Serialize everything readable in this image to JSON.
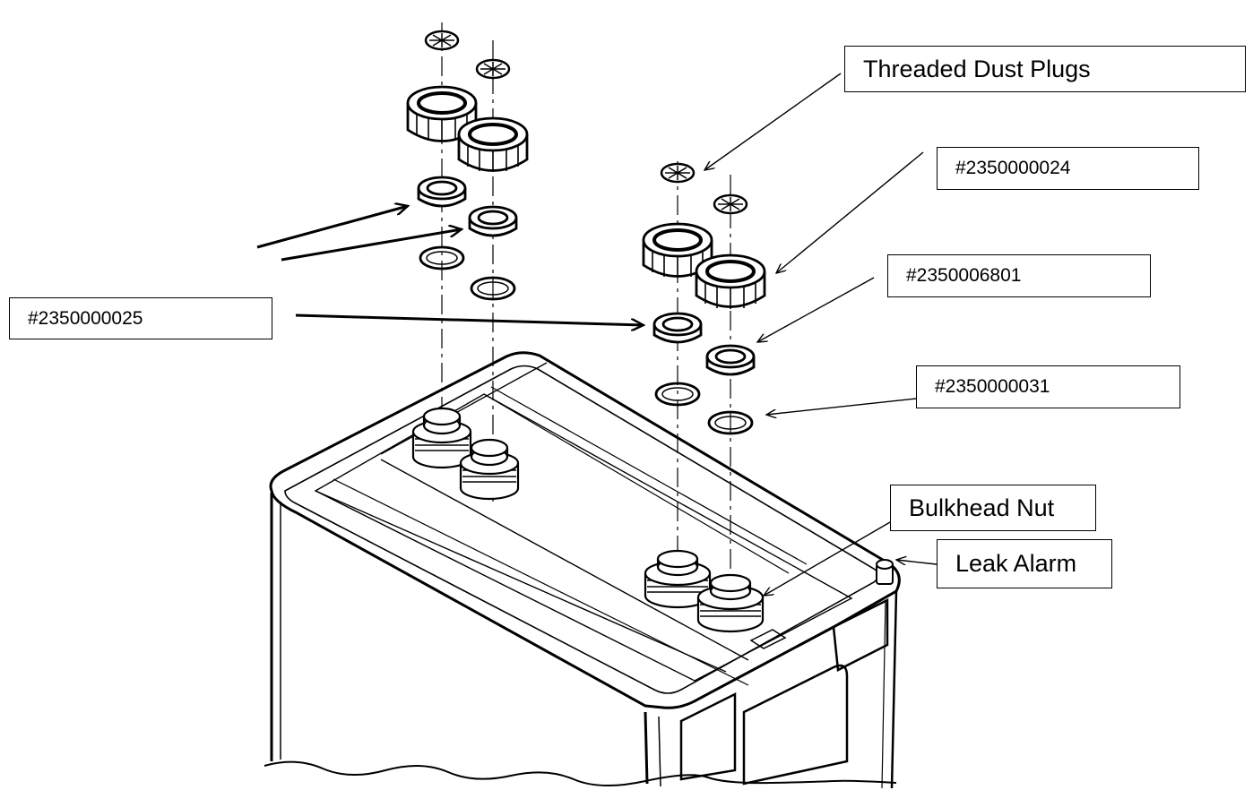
{
  "labels": {
    "dust_plugs": "Threaded Dust Plugs",
    "part_024": "#2350000024",
    "part_6801": "#2350006801",
    "part_025": "#2350000025",
    "part_031": "#2350000031",
    "bulkhead_nut": "Bulkhead Nut",
    "leak_alarm": "Leak Alarm"
  }
}
